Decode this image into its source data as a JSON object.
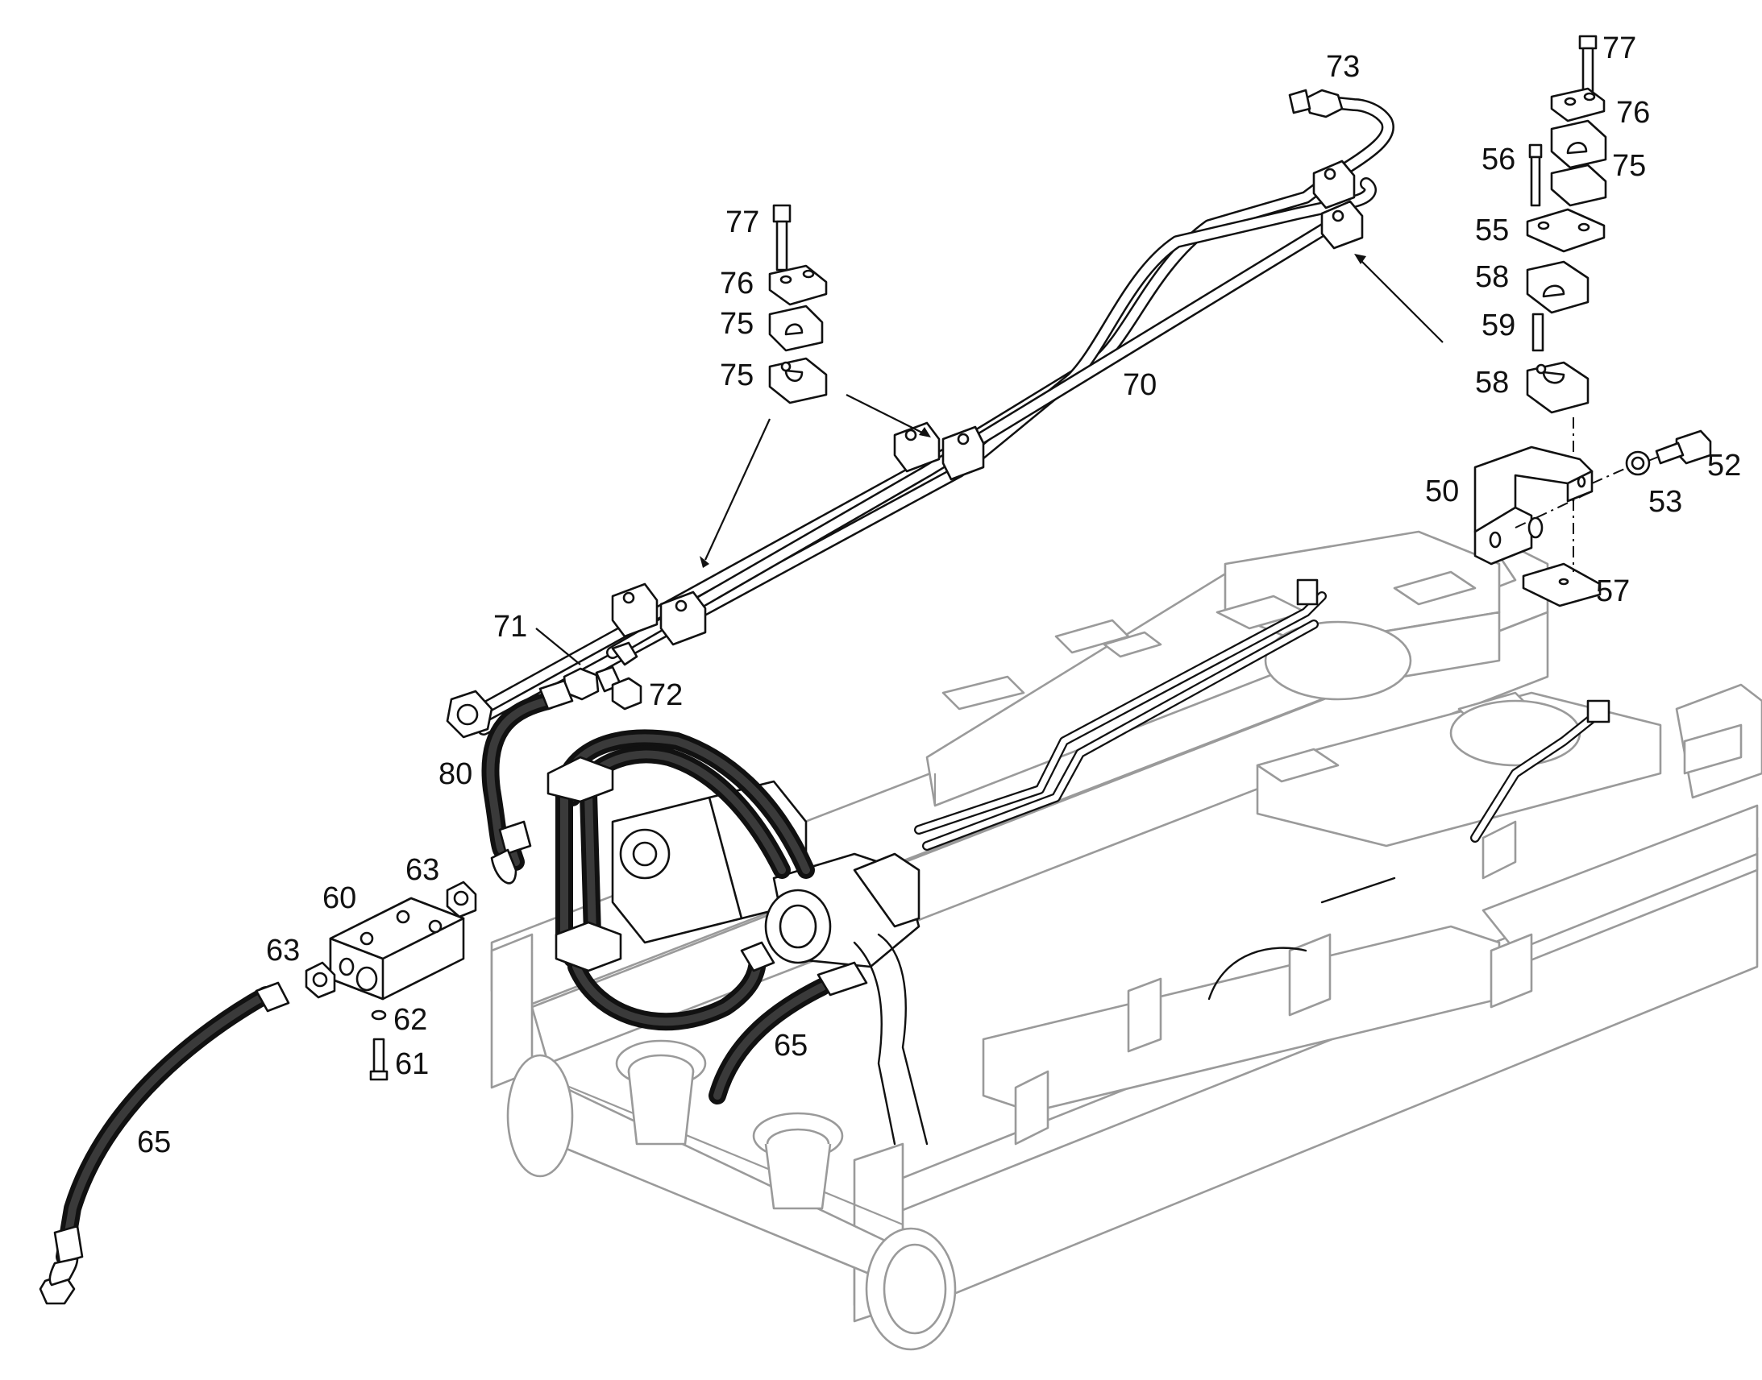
{
  "labels": {
    "l77a": "77",
    "l73": "73",
    "l76a": "76",
    "l56": "56",
    "l75a": "75",
    "l55": "55",
    "l58a": "58",
    "l59": "59",
    "l58b": "58",
    "l50": "50",
    "l53": "53",
    "l52": "52",
    "l57": "57",
    "l77b": "77",
    "l76b": "76",
    "l75b": "75",
    "l75c": "75",
    "l70": "70",
    "l71": "71",
    "l72": "72",
    "l80": "80",
    "l63a": "63",
    "l60": "60",
    "l63b": "63",
    "l62": "62",
    "l61": "61",
    "l65a": "65",
    "l65b": "65"
  }
}
